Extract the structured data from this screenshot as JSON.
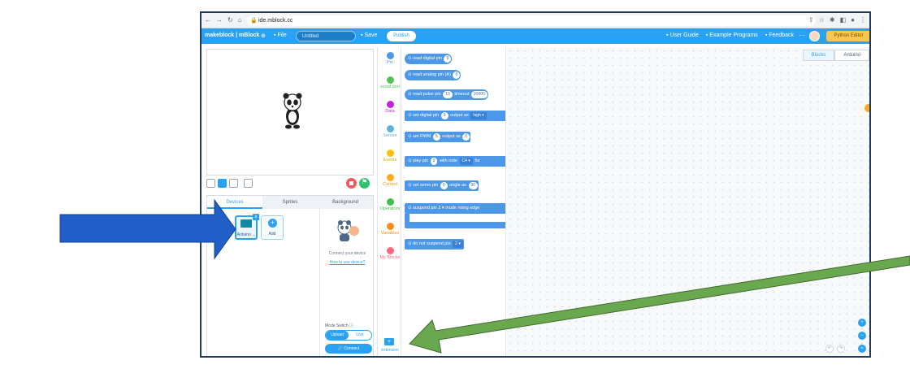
{
  "browser": {
    "url": "ide.mblock.cc"
  },
  "app": {
    "brand": "makeblock | mBlock",
    "file_menu": "File",
    "project_title": "Untitled",
    "save_label": "Save",
    "publish_label": "Publish",
    "user_guide": "User Guide",
    "example_programs": "Example Programs",
    "feedback": "Feedback",
    "more": "···",
    "python_editor": "Python Editor"
  },
  "device_panel": {
    "tabs": [
      "Devices",
      "Sprites",
      "Background"
    ],
    "device_name": "Arduino ...",
    "add_label": "Add",
    "connect_prompt": "Connect your device",
    "how_to": "How to use device?",
    "mode_switch": "Mode Switch ⓘ",
    "mode_upload": "Upload",
    "mode_live": "Live",
    "connect_label": "Connect"
  },
  "categories": [
    {
      "label": "Pin",
      "color": "#4c97e8"
    },
    {
      "label": "serial port",
      "color": "#59c059"
    },
    {
      "label": "Data",
      "color": "#c026d3"
    },
    {
      "label": "Sensor",
      "color": "#5cb1d6"
    },
    {
      "label": "Events",
      "color": "#ffbf00"
    },
    {
      "label": "Control",
      "color": "#ffab19"
    },
    {
      "label": "Operators",
      "color": "#40bf4a"
    },
    {
      "label": "Variables",
      "color": "#ff8c1a"
    },
    {
      "label": "My Blocks",
      "color": "#ff6680"
    }
  ],
  "extension_label": "extension",
  "blocks": {
    "read_digital": {
      "pre": "read digital pin",
      "v1": "9"
    },
    "read_analog": {
      "pre": "read analog pin (A)",
      "v1": "0"
    },
    "read_pulse": {
      "pre": "read pulse pin",
      "v1": "13",
      "mid": "timeout",
      "v2": "20000"
    },
    "set_digital": {
      "pre": "set digital pin",
      "v1": "9",
      "mid": "output as",
      "v2": "high ▾"
    },
    "set_pwm": {
      "pre": "set PWM",
      "v1": "5",
      "mid": "output as",
      "v2": "0"
    },
    "play_pin": {
      "pre": "play pin",
      "v1": "9",
      "mid": "with note",
      "v2": "C4 ▾",
      "post": "for"
    },
    "set_servo": {
      "pre": "set servo pin",
      "v1": "9",
      "mid": "angle as",
      "v2": "90"
    },
    "suspend_pin": {
      "pre": "suspend pin",
      "v1": "2 ▾",
      "mid": "mode",
      "v2": "rising edge"
    },
    "do_not_suspend": {
      "pre": "do not suspend pin",
      "v1": "2 ▾"
    }
  },
  "workspace": {
    "tabs": [
      "Blocks",
      "Arduino"
    ]
  },
  "colors": {
    "accent": "#2aa2f4",
    "arrow_blue": "#1f5fc7",
    "arrow_green": "#6aa84f"
  }
}
